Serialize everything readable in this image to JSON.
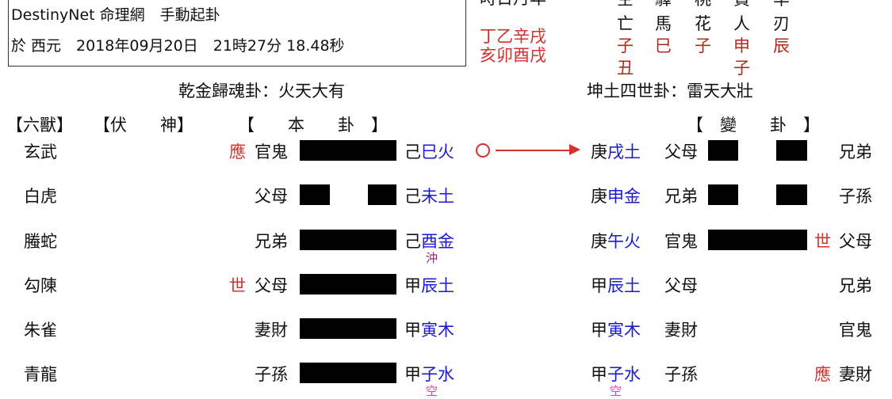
{
  "header": {
    "line1": "DestinyNet 命理網　手動起卦",
    "line2": "於 西元　2018年09月20日　21時27分 18.48秒"
  },
  "pillars": {
    "label": "時日月年",
    "stems": "丁乙辛戌",
    "branches": "亥卯酉戌"
  },
  "shensha": [
    {
      "top": "空",
      "bottom": "亡",
      "values": [
        "子",
        "丑"
      ]
    },
    {
      "top": "驛",
      "bottom": "馬",
      "values": [
        "巳"
      ]
    },
    {
      "top": "桃",
      "bottom": "花",
      "values": [
        "子"
      ]
    },
    {
      "top": "貴",
      "bottom": "人",
      "values": [
        "申",
        "子"
      ]
    },
    {
      "top": "羊",
      "bottom": "刃",
      "values": [
        "辰"
      ]
    }
  ],
  "titles": {
    "original": "乾金歸魂卦：火天大有",
    "changed": "坤土四世卦：雷天大壯"
  },
  "column_headers": {
    "beasts": "【六獸】",
    "hidden": "【伏　　神】",
    "original": "【　　本　　卦　】",
    "changed": "【　變　　卦　】"
  },
  "colors": {
    "red": "#d4302c",
    "blue": "#1a1ad0",
    "clash": "#8b2a6a",
    "void": "#e040a0"
  },
  "rows": [
    {
      "beast": "玄武",
      "mark": "應",
      "relative": "官鬼",
      "line": "yang",
      "stem": "己",
      "branch": "巳火",
      "note": "",
      "moving": true,
      "c_stem": "庚",
      "c_branch": "戌土",
      "c_relative": "父母",
      "c_line": "yin",
      "c_mark": "",
      "c_right": "兄弟",
      "c_note": ""
    },
    {
      "beast": "白虎",
      "mark": "",
      "relative": "父母",
      "line": "yin",
      "stem": "己",
      "branch": "未土",
      "note": "",
      "moving": false,
      "c_stem": "庚",
      "c_branch": "申金",
      "c_relative": "兄弟",
      "c_line": "yin",
      "c_mark": "",
      "c_right": "子孫",
      "c_note": ""
    },
    {
      "beast": "螣蛇",
      "mark": "",
      "relative": "兄弟",
      "line": "yang",
      "stem": "己",
      "branch": "酉金",
      "note": "沖",
      "moving": false,
      "c_stem": "庚",
      "c_branch": "午火",
      "c_relative": "官鬼",
      "c_line": "yang",
      "c_mark": "世",
      "c_right": "父母",
      "c_note": ""
    },
    {
      "beast": "勾陳",
      "mark": "世",
      "relative": "父母",
      "line": "yang",
      "stem": "甲",
      "branch": "辰土",
      "note": "",
      "moving": false,
      "c_stem": "甲",
      "c_branch": "辰土",
      "c_relative": "父母",
      "c_line": "",
      "c_mark": "",
      "c_right": "兄弟",
      "c_note": ""
    },
    {
      "beast": "朱雀",
      "mark": "",
      "relative": "妻財",
      "line": "yang",
      "stem": "甲",
      "branch": "寅木",
      "note": "",
      "moving": false,
      "c_stem": "甲",
      "c_branch": "寅木",
      "c_relative": "妻財",
      "c_line": "",
      "c_mark": "",
      "c_right": "官鬼",
      "c_note": ""
    },
    {
      "beast": "青龍",
      "mark": "",
      "relative": "子孫",
      "line": "yang",
      "stem": "甲",
      "branch": "子水",
      "note": "空",
      "moving": false,
      "c_stem": "甲",
      "c_branch": "子水",
      "c_relative": "子孫",
      "c_line": "",
      "c_mark": "應",
      "c_right": "妻財",
      "c_note": "空"
    }
  ]
}
